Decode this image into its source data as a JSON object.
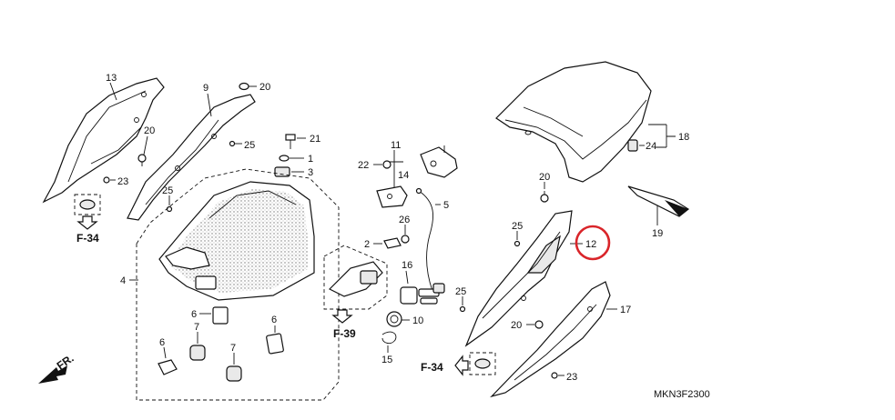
{
  "diagram": {
    "labels": {
      "p1": "1",
      "p2": "2",
      "p3": "3",
      "p4": "4",
      "p5": "5",
      "p6a": "6",
      "p6b": "6",
      "p6c": "6",
      "p7a": "7",
      "p7b": "7",
      "p9": "9",
      "p10": "10",
      "p11": "11",
      "p12": "12",
      "p13": "13",
      "p14": "14",
      "p15": "15",
      "p16": "16",
      "p17": "17",
      "p18": "18",
      "p19": "19",
      "p20a": "20",
      "p20b": "20",
      "p20c": "20",
      "p20d": "20",
      "p21": "21",
      "p22": "22",
      "p23a": "23",
      "p23b": "23",
      "p24": "24",
      "p25a": "25",
      "p25b": "25",
      "p25c": "25",
      "p25d": "25",
      "p26": "26",
      "ref_f34_left": "F-34",
      "ref_f39": "F-39",
      "ref_f34_mid": "F-34",
      "front_arrow": "FR.",
      "diagram_code": "MKN3F2300"
    },
    "highlight_color": "#d9252a"
  }
}
